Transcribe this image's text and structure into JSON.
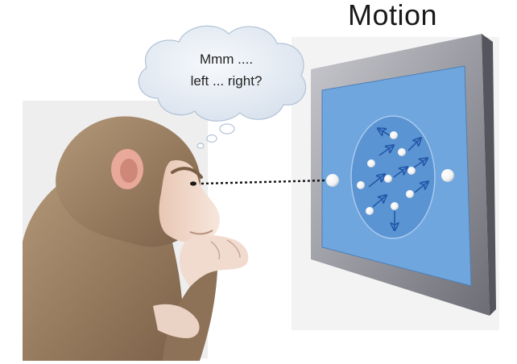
{
  "title": "Motion",
  "thought": {
    "line1": "Mmm ....",
    "line2": "left ... right?"
  },
  "colors": {
    "screen": "#6fa6de",
    "aperture": "#5b94d2",
    "dot": "#ffffff",
    "arrow": "#2358a8",
    "monitor_frame": "#9a9aa2",
    "cloud": "#e8eef6",
    "fur": "#9a7e62",
    "skin": "#f2d7c8",
    "gaze_line": "#111111"
  },
  "icons": [
    "thought-cloud-icon",
    "monkey-icon",
    "monitor-icon",
    "motion-arrow-icon"
  ]
}
